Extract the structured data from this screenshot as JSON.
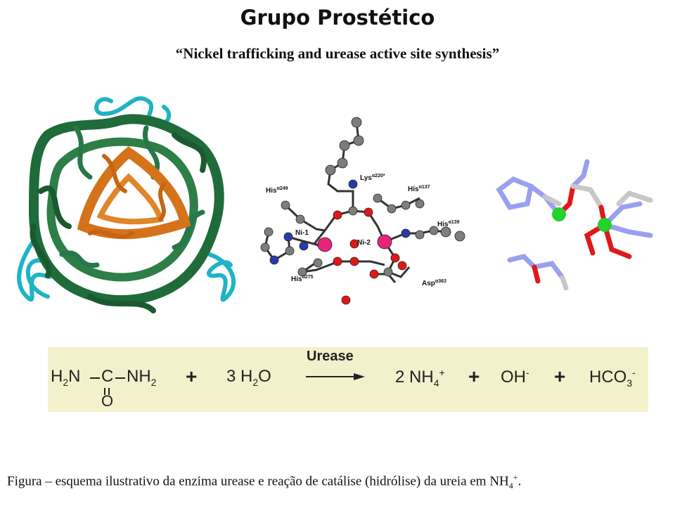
{
  "title": "Grupo Prostético",
  "subtitle": "“Nickel trafficking and urease active site synthesis”",
  "figures": {
    "active_site_labels": {
      "his249": "His",
      "his249_sup": "α249",
      "lys220": "Lys",
      "lys220_sup": "α220*",
      "his137": "His",
      "his137_sup": "α137",
      "his139": "His",
      "his139_sup": "α139",
      "ni1": "Ni-1",
      "ni2": "Ni-2",
      "his275": "His",
      "his275_sup": "α275",
      "asp363": "Asp",
      "asp363_sup": "α363"
    }
  },
  "reaction": {
    "urea_h2n": "H",
    "urea_h2n_sub": "2",
    "urea_h2n_tail": "N",
    "urea_c": "C",
    "urea_nh2": "NH",
    "urea_nh2_sub": "2",
    "urea_o": "O",
    "plus1": "+",
    "water_coef": "3 H",
    "water_sub": "2",
    "water_tail": "O",
    "enzyme": "Urease",
    "ammonium_coef": "2 NH",
    "ammonium_sub": "4",
    "ammonium_sup": "+",
    "plus2": "+",
    "hydroxide": "OH",
    "hydroxide_sup": "-",
    "plus3": "+",
    "bicarbonate": "HCO",
    "bicarbonate_sub": "3",
    "bicarbonate_sup": "-"
  },
  "caption": {
    "text": "Figura – esquema ilustrativo da enzima urease e reação de catálise (hidrólise) da ureia em NH",
    "sub": "4",
    "sup": "+",
    "end": "."
  },
  "colors": {
    "protein_green": "#1f6b3a",
    "protein_cyan": "#1fb3c4",
    "protein_orange": "#d4731a",
    "nickel_pink": "#e8237a",
    "oxygen_red": "#e01818",
    "nitrogen_blue": "#2a3aa8",
    "carbon_grey": "#7a7f7a",
    "reaction_bg": "#f3f0cc"
  }
}
